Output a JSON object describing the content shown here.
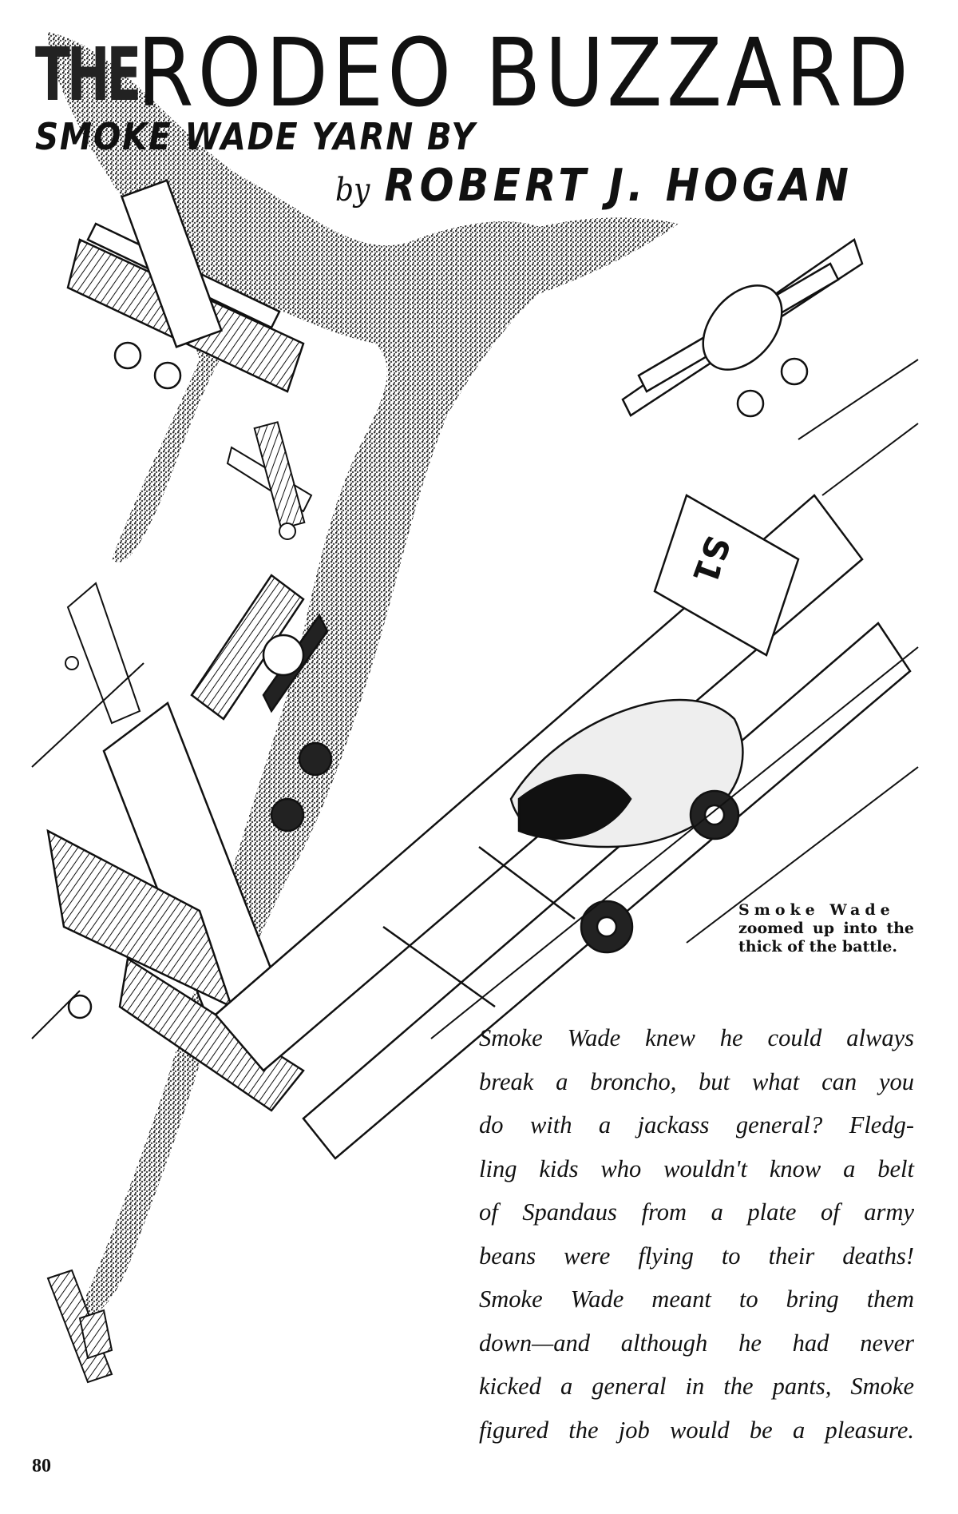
{
  "header": {
    "title_prefix": "THE",
    "title": "RODEO BUZZARD",
    "subtitle": "SMOKE WADE YARN BY",
    "byline_by": "by",
    "author": "ROBERT J. HOGAN"
  },
  "illustration": {
    "caption_line1": "Smoke Wade",
    "caption_rest": "zoomed up into the thick of the battle.",
    "plane_marking": "S1"
  },
  "body": {
    "lines": [
      "Smoke Wade knew he could always",
      "break a broncho, but what can you",
      "do with a jackass general? Fledg-",
      "ling kids who wouldn't know a belt",
      "of Spandaus from a plate of army",
      "beans were flying to their deaths!",
      "Smoke Wade meant to bring them",
      "down—and although he had never",
      "kicked a general in the pants, Smoke",
      "figured the job would be a pleasure."
    ]
  },
  "footer": {
    "page_number": "80"
  }
}
